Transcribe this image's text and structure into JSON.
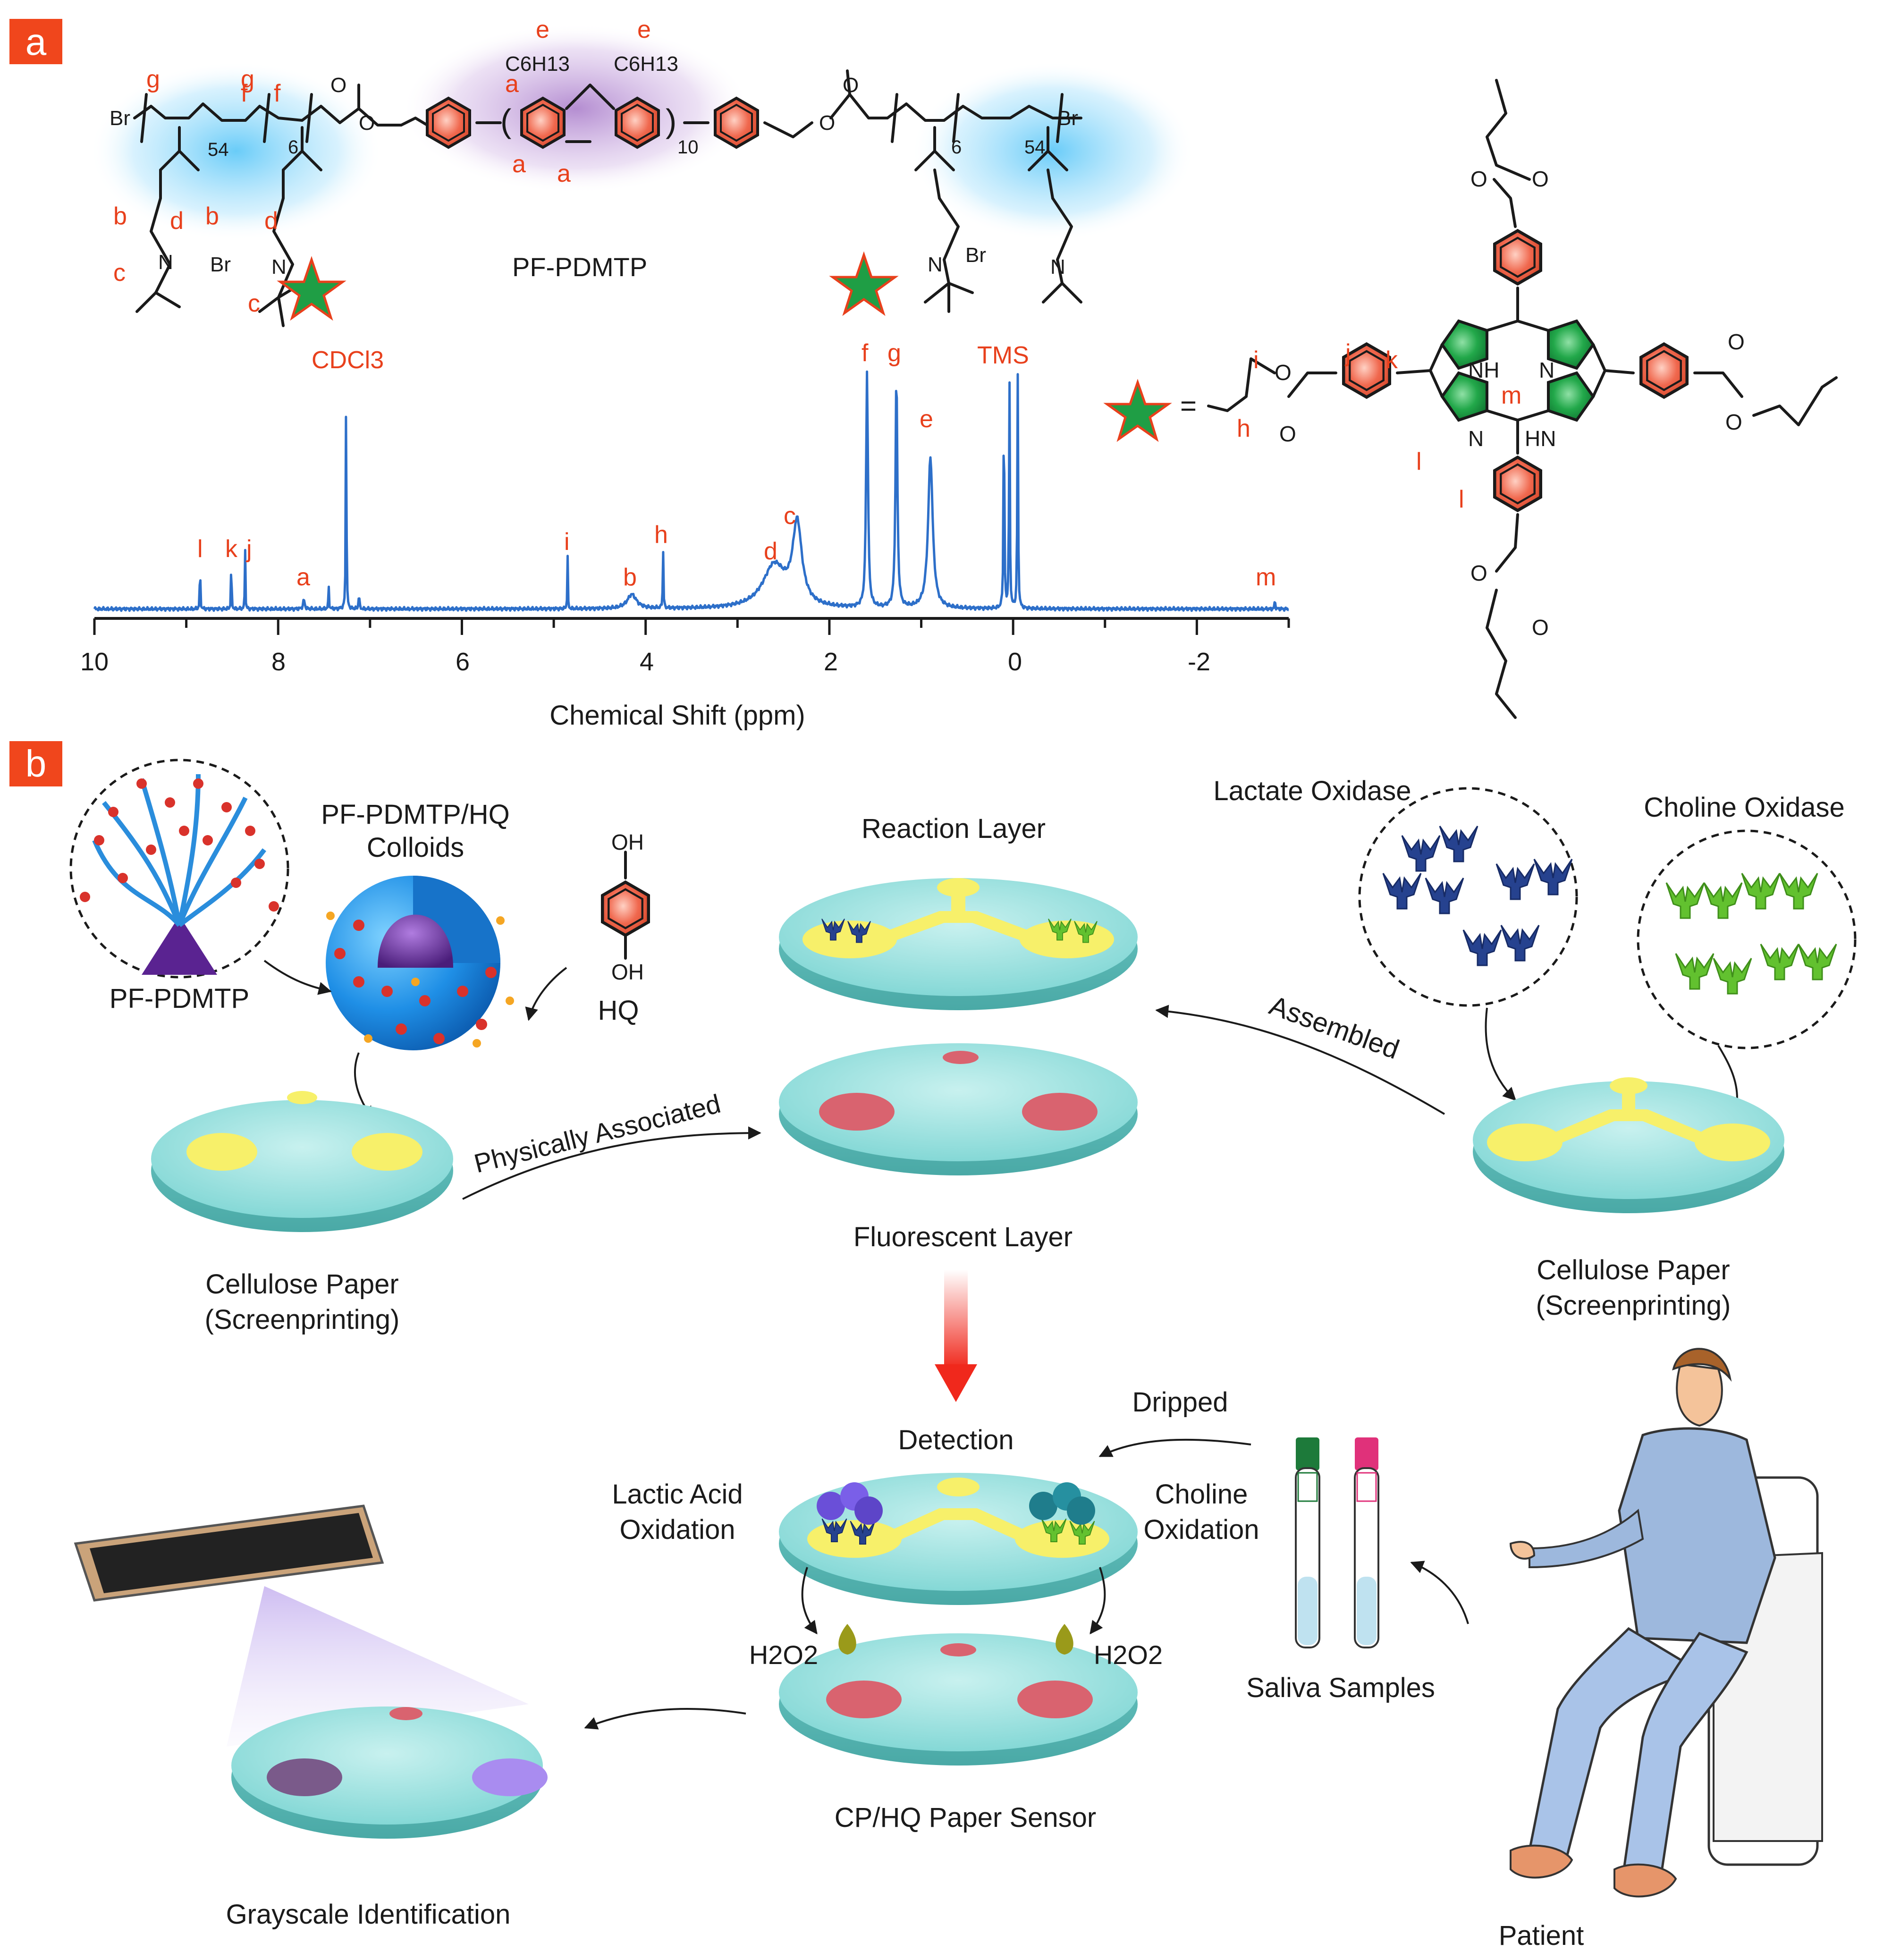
{
  "panel_a": {
    "badge": "a",
    "polymer_name": "PF-PDMTP",
    "sub_54": "54",
    "sub_6": "6",
    "sub_10": "10",
    "hexyl": "C6H13",
    "br": "Br",
    "br_minus": "Br",
    "n_plus": "N",
    "nh": "NH",
    "hn": "HN",
    "n": "N",
    "o": "O",
    "equals": "=",
    "proton_labels": {
      "a": "a",
      "b": "b",
      "c": "c",
      "d": "d",
      "e": "e",
      "f": "f",
      "g": "g",
      "h": "h",
      "i": "i",
      "j": "j",
      "k": "k",
      "l": "l",
      "m": "m"
    },
    "nmr": {
      "xlabel": "Chemical Shift (ppm)",
      "solvent": "CDCl3",
      "reference": "TMS",
      "ticks": [
        "10",
        "8",
        "6",
        "4",
        "2",
        "0",
        "-2"
      ]
    }
  },
  "panel_b": {
    "badge": "b",
    "pf_pdmtp": "PF-PDMTP",
    "colloid_title_1": "PF-PDMTP/HQ",
    "colloid_title_2": "Colloids",
    "hq": "HQ",
    "oh": "OH",
    "reaction_layer": "Reaction Layer",
    "fluorescent_layer": "Fluorescent Layer",
    "lactate_oxidase": "Lactate Oxidase",
    "choline_oxidase": "Choline Oxidase",
    "assembled": "Assembled",
    "physically_associated": "Physically Associated",
    "cellulose_left_1": "Cellulose Paper",
    "cellulose_left_2": "(Screenprinting)",
    "cellulose_right_1": "Cellulose Paper",
    "cellulose_right_2": "(Screenprinting)",
    "detection": "Detection",
    "dripped": "Dripped",
    "lactic_1": "Lactic Acid",
    "lactic_2": "Oxidation",
    "choline_1": "Choline",
    "choline_2": "Oxidation",
    "h2o2": "H2O2",
    "saliva": "Saliva Samples",
    "sensor": "CP/HQ Paper Sensor",
    "grayscale": "Grayscale Identification",
    "patient": "Patient"
  },
  "colors": {
    "badge": "#f0461c",
    "label_red": "#e8401c",
    "nmr_line": "#2d6fc9",
    "disk": "#7fd6d6",
    "print_yellow": "#f7f06a",
    "spot_red": "#d9636f",
    "enzyme_blue": "#26428f",
    "enzyme_green": "#62c12f",
    "pyrrole_green": "#1f9e45",
    "benzene_red": "#f0684e"
  }
}
